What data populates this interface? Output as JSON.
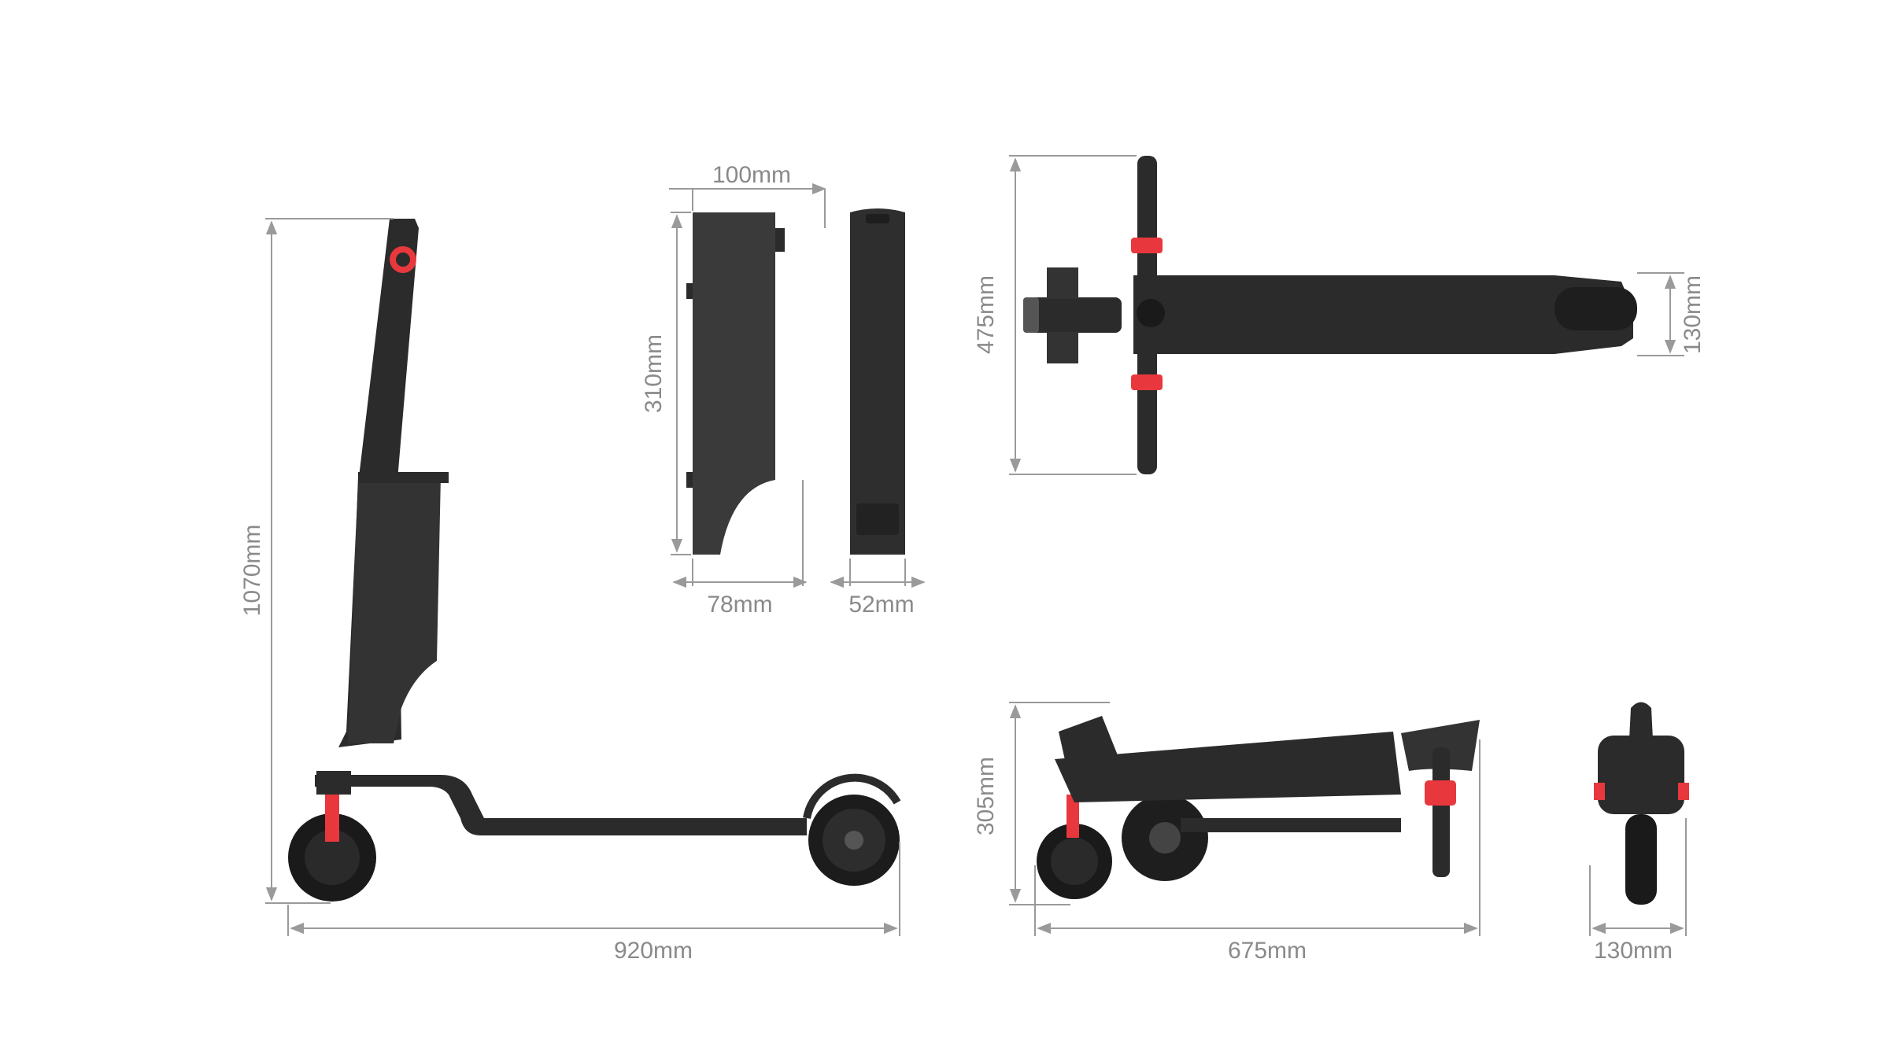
{
  "dimensions": {
    "unfolded_height": "1070mm",
    "unfolded_length": "920mm",
    "battery_width_top": "100mm",
    "battery_height": "310mm",
    "battery_depth": "78mm",
    "battery_thickness": "52mm",
    "handlebar_width": "475mm",
    "deck_width": "130mm",
    "folded_height": "305mm",
    "folded_length": "675mm",
    "folded_width": "130mm"
  },
  "colors": {
    "dimension_line": "#9a9a9a",
    "dimension_text": "#8a8a8a",
    "body": "#2b2b2b",
    "body_light": "#3c3c3c",
    "tire": "#1a1a1a",
    "accent": "#e8383d"
  }
}
